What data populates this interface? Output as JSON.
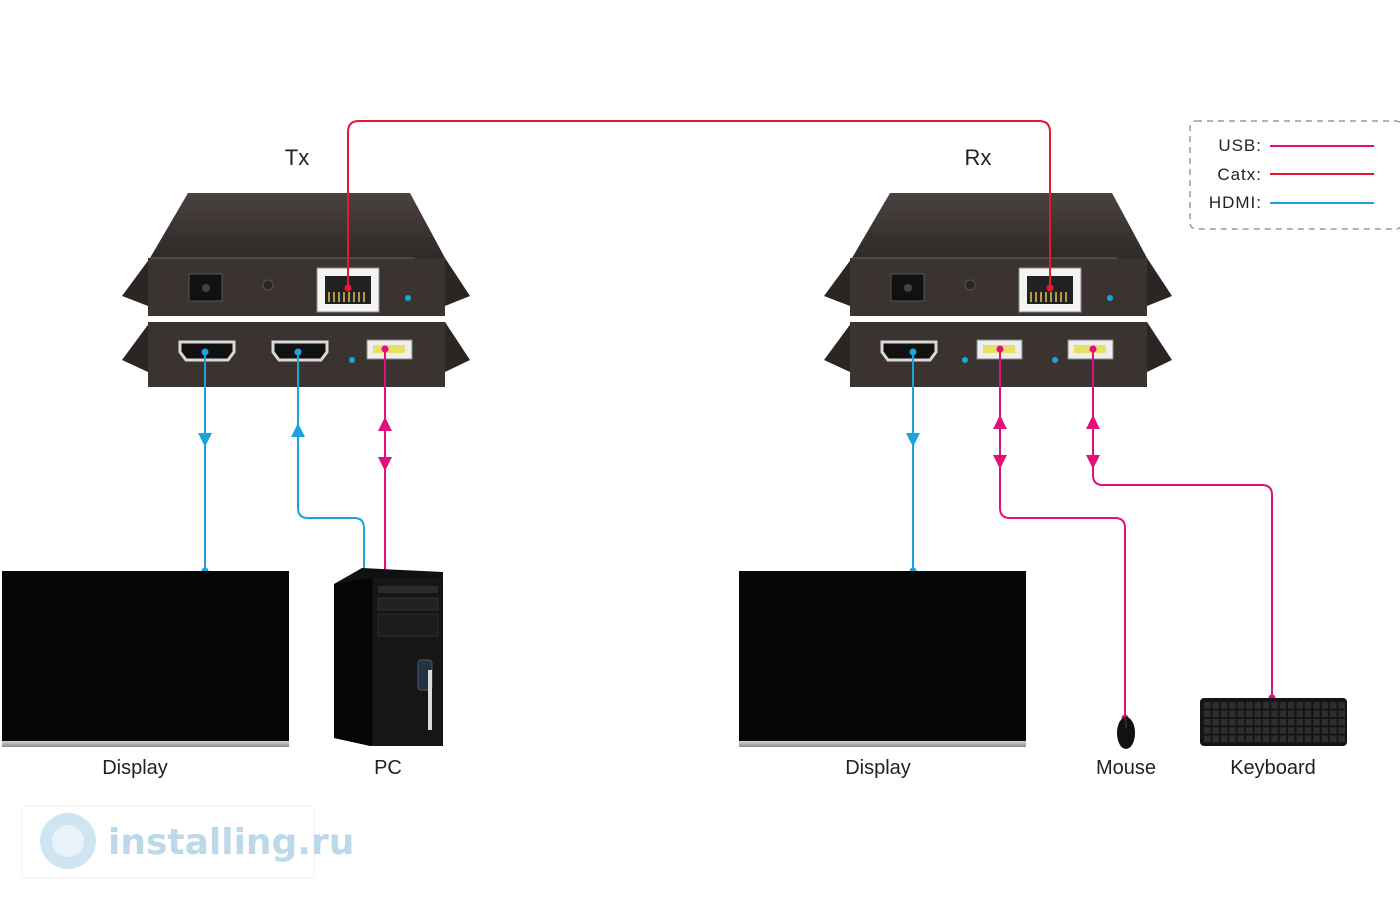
{
  "transmitter": {
    "title": "Tx"
  },
  "receiver": {
    "title": "Rx"
  },
  "legend": [
    {
      "label": "USB:",
      "color": "#e0107a"
    },
    {
      "label": "Catx:",
      "color": "#e3192f"
    },
    {
      "label": "HDMI:",
      "color": "#1ba3de"
    }
  ],
  "devices": {
    "tx_display": "Display",
    "pc": "PC",
    "rx_display": "Display",
    "mouse": "Mouse",
    "keyboard": "Keyboard"
  },
  "watermark": "installing.ru",
  "colors": {
    "usb": "#e0107a",
    "catx": "#e3192f",
    "hdmi": "#1ba3de",
    "unit_body": "#3a3330",
    "screen": "#060606"
  }
}
